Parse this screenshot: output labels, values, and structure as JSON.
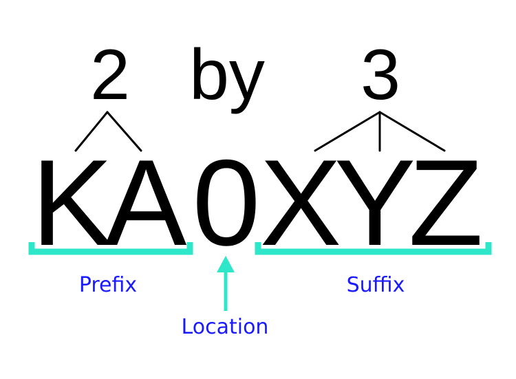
{
  "header": {
    "prefix_count": "2",
    "connector": "by",
    "suffix_count": "3"
  },
  "callsign": {
    "characters": [
      "K",
      "A",
      "0",
      "X",
      "Y",
      "Z"
    ]
  },
  "labels": {
    "prefix": "Prefix",
    "location": "Location",
    "suffix": "Suffix"
  },
  "colors": {
    "text": "#000000",
    "bracket": "#2ee6c8",
    "label": "#1a1aff"
  }
}
